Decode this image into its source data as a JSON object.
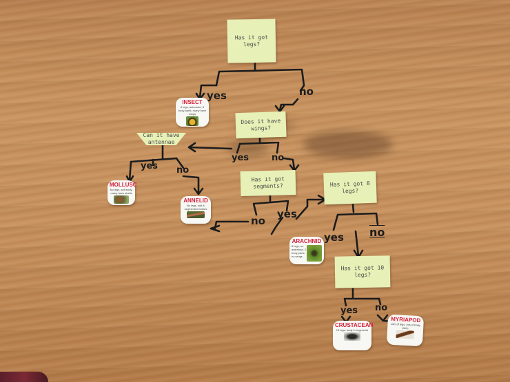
{
  "notes": {
    "legs_question": "Has it got legs?",
    "wings_question": "Does it have wings?",
    "antennae_question": "Can it have antennae",
    "segmented_question": "Has it got segments?",
    "eight_legs_question": "Has it got 8 legs?",
    "ten_legs_question": "Has it got 10 legs?"
  },
  "branches": {
    "top_yes": "yes",
    "top_no": "no",
    "wings_yes": "yes",
    "wings_no": "no",
    "antennae_yes": "yes",
    "antennae_no": "no",
    "segments_no": "no",
    "segments_yes": "yes",
    "eight_yes": "yes",
    "eight_no": "no",
    "ten_yes": "yes",
    "ten_no": "no"
  },
  "cards": {
    "insect": {
      "title": "INSECT",
      "desc": "6 legs, antennae, 3 body parts, many have wings"
    },
    "mollusc": {
      "title": "MOLLUSC",
      "desc": "No legs, soft body, many have shells"
    },
    "annelid": {
      "title": "ANNELID",
      "desc": "No legs, soft & segmented bodies"
    },
    "arachnid": {
      "title": "ARACHNID",
      "desc": "8 legs, no antennae, 2 body parts, no wings"
    },
    "crustacean": {
      "title": "CRUSTACEAN",
      "desc": "10 legs, body in segments"
    },
    "myriapod": {
      "title": "MYRIAPOD",
      "desc": "Lots of legs, lots of body parts"
    }
  },
  "colors": {
    "table": "#c58f5c",
    "sticky_note": "#e7f0b6",
    "card_title": "#d6203c",
    "ink": "#1c1c1c"
  }
}
